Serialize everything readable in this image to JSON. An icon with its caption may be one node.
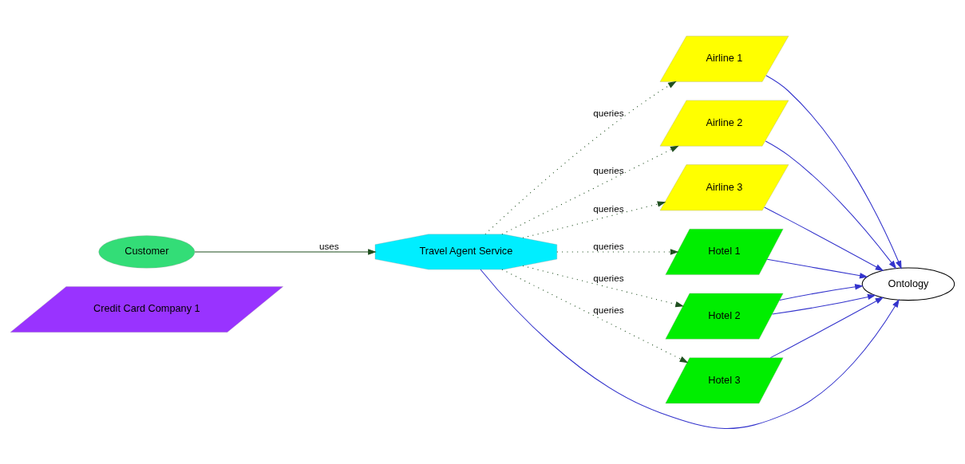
{
  "diagram": {
    "nodes": [
      {
        "text": [
          "Credit Card Company 1"
        ]
      },
      {
        "text": [
          "Customer"
        ]
      },
      {
        "text": [
          "Travel Agent Service"
        ]
      },
      {
        "text": [
          "Airline 1"
        ]
      },
      {
        "text": [
          "Airline 2"
        ]
      },
      {
        "text": [
          "Airline 3"
        ]
      },
      {
        "text": [
          "Hotel 1"
        ]
      },
      {
        "text": [
          "Hotel 2"
        ]
      },
      {
        "text": [
          "Hotel 3"
        ]
      },
      {
        "text": [
          "Ontology"
        ]
      }
    ],
    "edges": [
      {
        "from": 1,
        "to": 2,
        "arrow": "to",
        "label": "uses",
        "color": "#1f4f1f"
      },
      {
        "from": 2,
        "to": 3,
        "arrow": "to",
        "label": "queries",
        "style": "dashed",
        "color": "#1f4f1f"
      },
      {
        "from": 2,
        "to": 4,
        "arrow": "to",
        "label": "queries",
        "style": "dashed",
        "color": "#1f4f1f"
      },
      {
        "from": 2,
        "to": 5,
        "arrow": "to",
        "label": "queries",
        "style": "dashed",
        "color": "#1f4f1f"
      },
      {
        "from": 2,
        "to": 6,
        "arrow": "to",
        "label": "queries",
        "style": "dashed",
        "color": "#1f4f1f"
      },
      {
        "from": 2,
        "to": 7,
        "arrow": "to",
        "label": "queries",
        "style": "dashed",
        "color": "#1f4f1f"
      },
      {
        "from": 2,
        "to": 8,
        "arrow": "to",
        "label": "queries",
        "style": "dashed",
        "color": "#1f4f1f"
      },
      {
        "from": 3,
        "to": 9,
        "arrow": "to"
      },
      {
        "from": 4,
        "to": 9,
        "arrow": "to"
      },
      {
        "from": 5,
        "to": 9,
        "arrow": "to"
      },
      {
        "from": 6,
        "to": 9,
        "arrow": "to"
      },
      {
        "from": 7,
        "to": 9,
        "arrow": "to"
      },
      {
        "from": 7,
        "to": 9,
        "arrow": "to"
      },
      {
        "from": 8,
        "to": 9,
        "arrow": "to"
      },
      {
        "from": 2,
        "to": 9,
        "arrow": "to"
      }
    ]
  }
}
